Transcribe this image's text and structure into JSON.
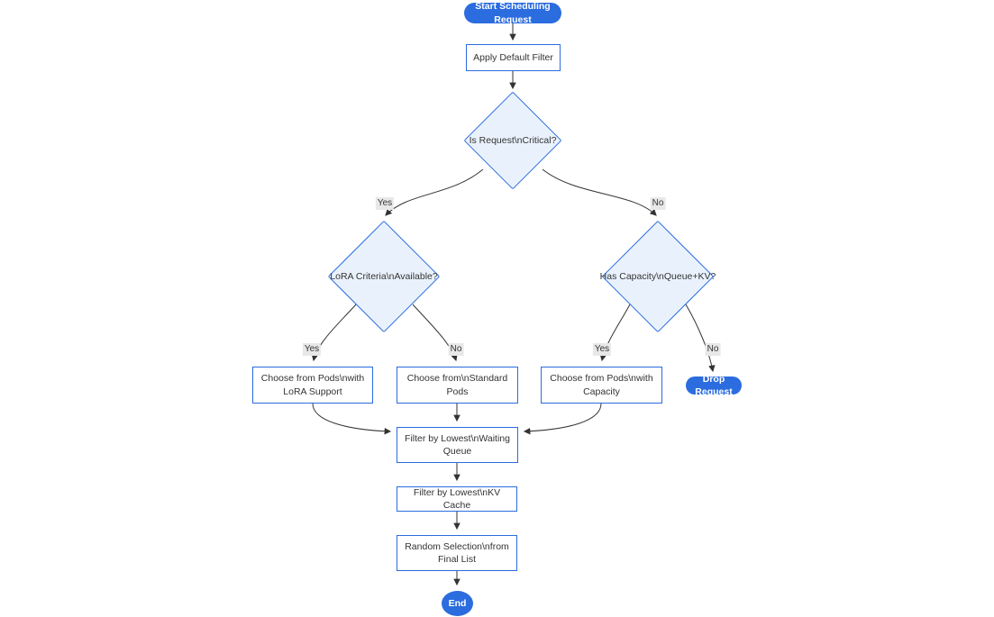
{
  "colors": {
    "accent": "#2b6cdf",
    "diamond_fill": "#e9f2fc",
    "node_fill": "#ffffff",
    "edge": "#333333",
    "label_bg": "#e8e8e8",
    "text": "#333333",
    "pill_text": "#ffffff"
  },
  "nodes": {
    "start": {
      "label": "Start Scheduling Request",
      "type": "pill"
    },
    "apply_filter": {
      "label": "Apply Default Filter",
      "type": "rect"
    },
    "is_critical": {
      "label": "Is Request\\nCritical?",
      "type": "diamond"
    },
    "lora_criteria": {
      "label": "LoRA Criteria\\nAvailable?",
      "type": "diamond"
    },
    "has_capacity": {
      "label": "Has Capacity\\nQueue+KV?",
      "type": "diamond"
    },
    "choose_lora": {
      "label": "Choose from Pods\\nwith LoRA Support",
      "type": "rect"
    },
    "choose_standard": {
      "label": "Choose from\\nStandard Pods",
      "type": "rect"
    },
    "choose_capacity": {
      "label": "Choose from Pods\\nwith Capacity",
      "type": "rect"
    },
    "drop_request": {
      "label": "Drop Request",
      "type": "pill"
    },
    "filter_queue": {
      "label": "Filter by Lowest\\nWaiting Queue",
      "type": "rect"
    },
    "filter_kv": {
      "label": "Filter by Lowest\\nKV Cache",
      "type": "rect"
    },
    "random_selection": {
      "label": "Random Selection\\nfrom Final List",
      "type": "rect"
    },
    "end": {
      "label": "End",
      "type": "ellipse"
    }
  },
  "edge_labels": {
    "critical_yes": "Yes",
    "critical_no": "No",
    "lora_yes": "Yes",
    "lora_no": "No",
    "capacity_yes": "Yes",
    "capacity_no": "No"
  }
}
